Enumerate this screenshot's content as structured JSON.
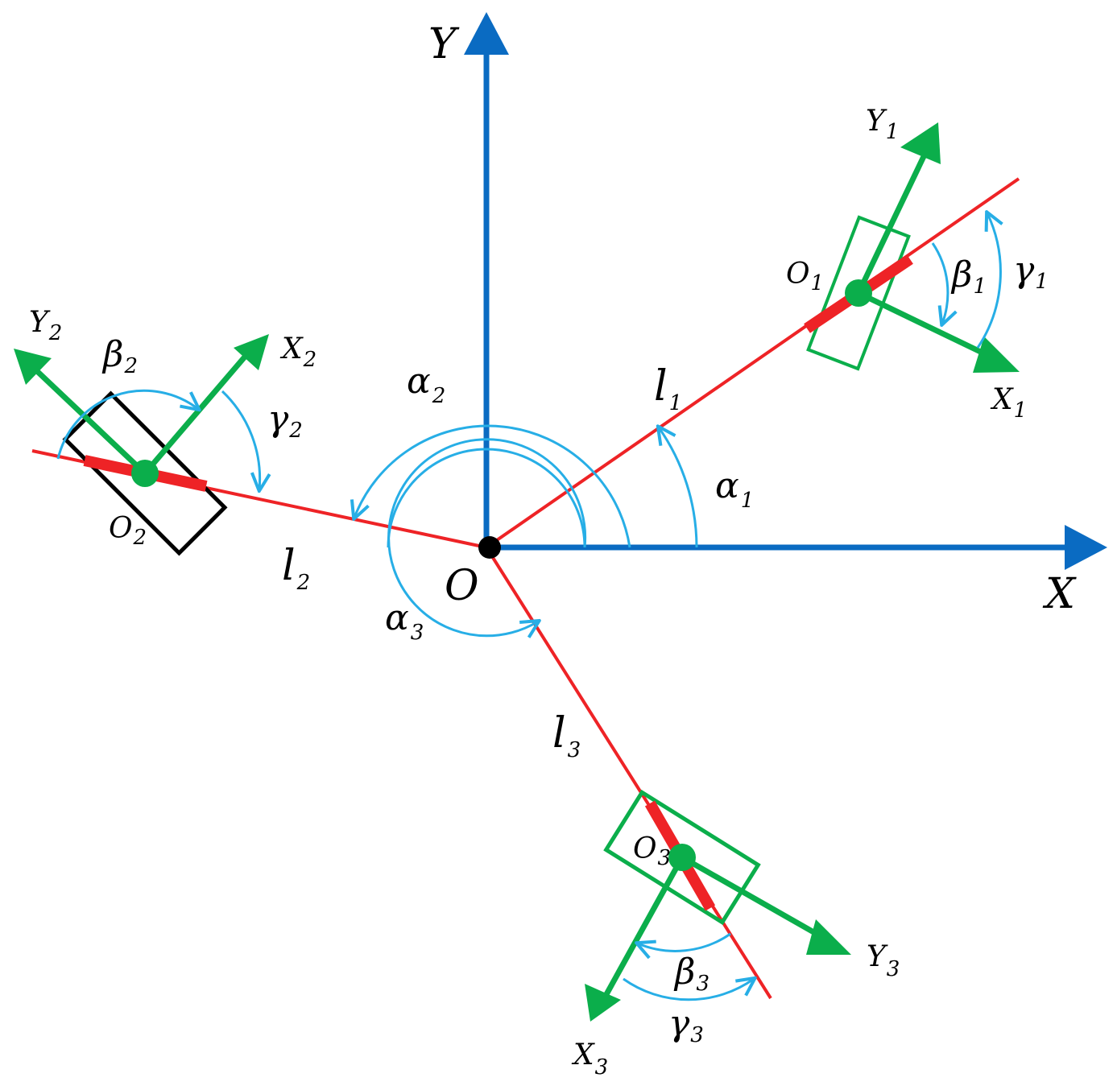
{
  "colors": {
    "axis": "#0a6bc2",
    "link": "#ee2326",
    "robot": "#0bae4b",
    "angle": "#27aee6",
    "body2": "#000000",
    "origin": "#000000"
  },
  "labels": {
    "axis_x": "X",
    "axis_y": "Y",
    "origin": "O",
    "l1": "l",
    "l1_sub": "1",
    "l2": "l",
    "l2_sub": "2",
    "l3": "l",
    "l3_sub": "3",
    "alpha1": "α",
    "alpha1_sub": "1",
    "alpha2": "α",
    "alpha2_sub": "2",
    "alpha3": "α",
    "alpha3_sub": "3",
    "beta1": "β",
    "beta1_sub": "1",
    "beta2": "β",
    "beta2_sub": "2",
    "beta3": "β",
    "beta3_sub": "3",
    "gamma1": "γ",
    "gamma1_sub": "1",
    "gamma2": "γ",
    "gamma2_sub": "2",
    "gamma3": "γ",
    "gamma3_sub": "3",
    "o1": "O",
    "o1_sub": "1",
    "o2": "O",
    "o2_sub": "2",
    "o3": "O",
    "o3_sub": "3",
    "x1": "X",
    "x1_sub": "1",
    "y1": "Y",
    "y1_sub": "1",
    "x2": "X",
    "x2_sub": "2",
    "y2": "Y",
    "y2_sub": "2",
    "x3": "X",
    "x3_sub": "3",
    "y3": "Y",
    "y3_sub": "3"
  }
}
